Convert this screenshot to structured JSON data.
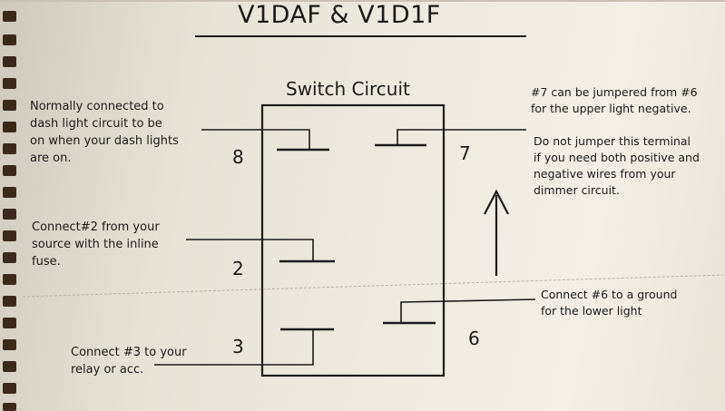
{
  "title": "V1DAF & V1D1F",
  "subtitle": "Switch Circuit",
  "notes": {
    "pin8": "Normally connected to\ndash light circuit to be\non when your dash lights\nare on.",
    "pin2": "Connect#2 from your\nsource with the inline\nfuse.",
    "pin3": "Connect #3 to your\nrelay or acc.",
    "pin7_jumper": "#7 can be jumpered from #6\nfor the upper light negative.",
    "pin7_warning": "Do not jumper this terminal\nif you need both positive and\nnegative wires from your\ndimmer circuit.",
    "pin6": "Connect #6 to a ground\nfor the lower light"
  },
  "pins": {
    "p8": "8",
    "p7": "7",
    "p2": "2",
    "p3": "3",
    "p6": "6"
  },
  "icons": {
    "arrow": "up-arrow-icon"
  },
  "colors": {
    "ink": "#1b1b1b",
    "paper": "#efeae0",
    "binding": "#3b2a1a"
  }
}
